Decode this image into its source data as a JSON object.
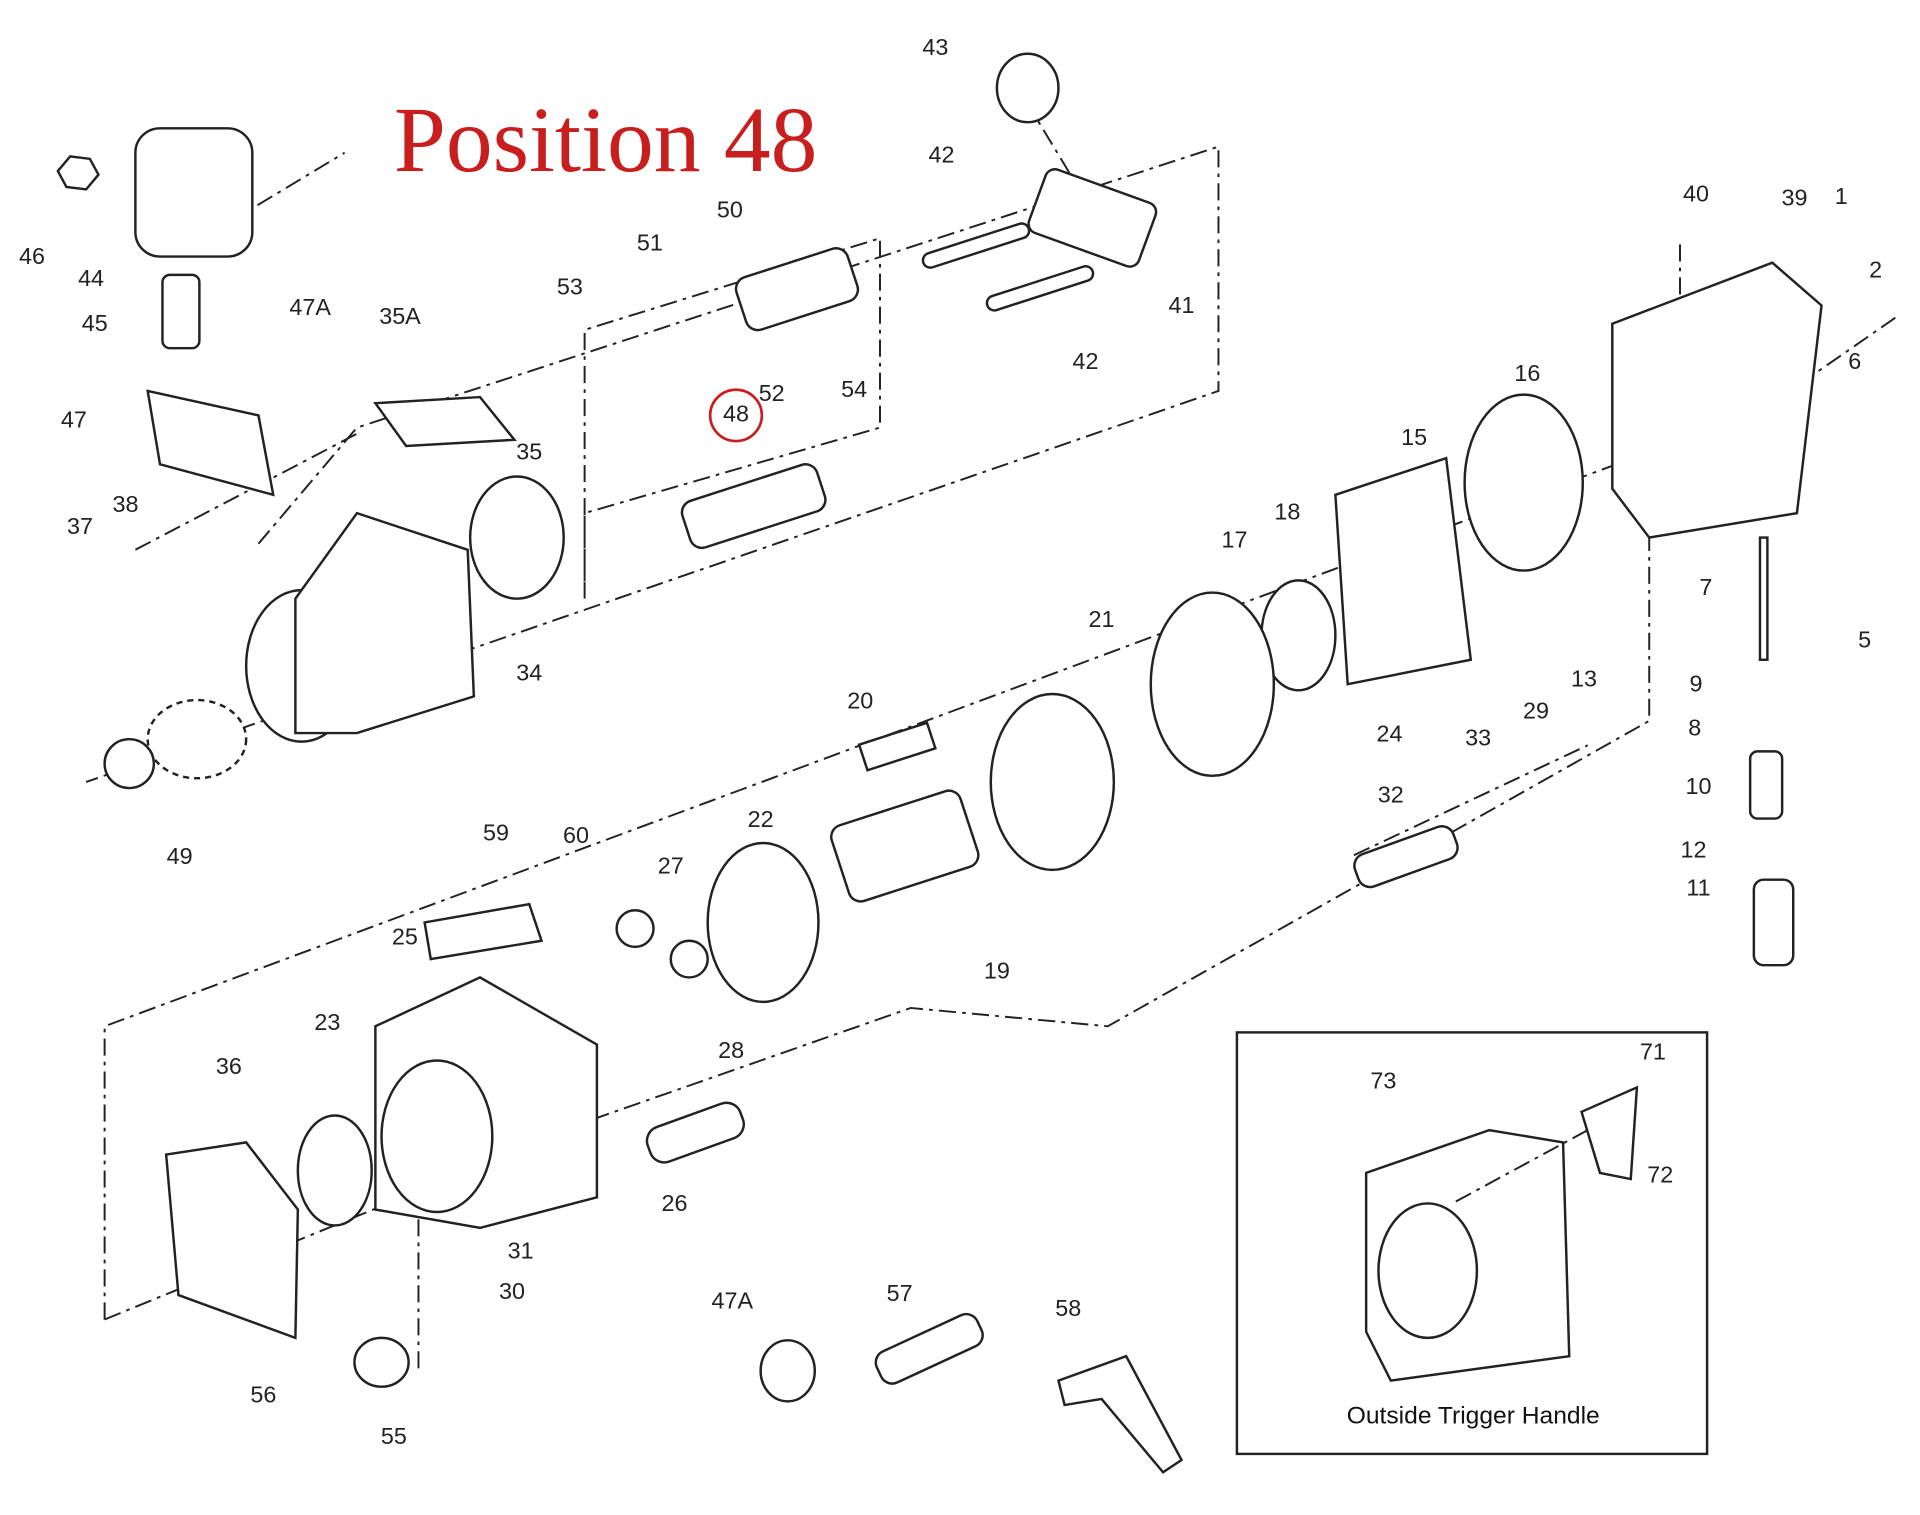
{
  "title": "Position 48",
  "highlight_color": "#c81e1e",
  "highlighted_part": "48",
  "inset_caption": "Outside Trigger Handle",
  "part_labels": [
    "43",
    "42",
    "50",
    "51",
    "53",
    "52",
    "54",
    "48",
    "41",
    "42",
    "40",
    "39",
    "1",
    "2",
    "6",
    "16",
    "15",
    "18",
    "17",
    "21",
    "7",
    "5",
    "9",
    "13",
    "29",
    "33",
    "24",
    "8",
    "10",
    "32",
    "12",
    "11",
    "20",
    "22",
    "19",
    "46",
    "44",
    "45",
    "47A",
    "35A",
    "47",
    "35",
    "38",
    "37",
    "34",
    "49",
    "59",
    "60",
    "27",
    "25",
    "28",
    "23",
    "36",
    "26",
    "31",
    "30",
    "56",
    "55",
    "47A",
    "57",
    "58",
    "73",
    "71",
    "72"
  ]
}
